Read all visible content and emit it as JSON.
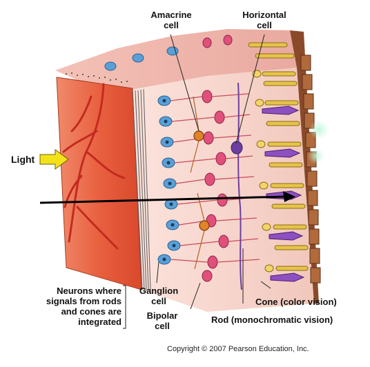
{
  "labels": {
    "amacrine_1": "Amacrine",
    "amacrine_2": "cell",
    "horizontal_1": "Horizontal",
    "horizontal_2": "cell",
    "light": "Light",
    "neurons_1": "Neurons where",
    "neurons_2": "signals from rods",
    "neurons_3": "and cones are",
    "neurons_4": "integrated",
    "ganglion_1": "Ganglion",
    "ganglion_2": "cell",
    "bipolar_1": "Bipolar",
    "bipolar_2": "cell",
    "cone": "Cone (color vision)",
    "rod": "Rod (monochromatic vision)"
  },
  "copyright": "Copyright © 2007 Pearson Education, Inc.",
  "colors": {
    "tissue_red": "#e8533a",
    "vessel": "#c42a1f",
    "ganglion": "#5aa0d8",
    "bipolar": "#e0507a",
    "rod": "#e6c34a",
    "cone": "#8e4fc0",
    "pigment": "#8a4a2a",
    "arrow_yellow": "#f3e21a"
  },
  "icons": {
    "light_arrow": "right-arrow-icon"
  }
}
